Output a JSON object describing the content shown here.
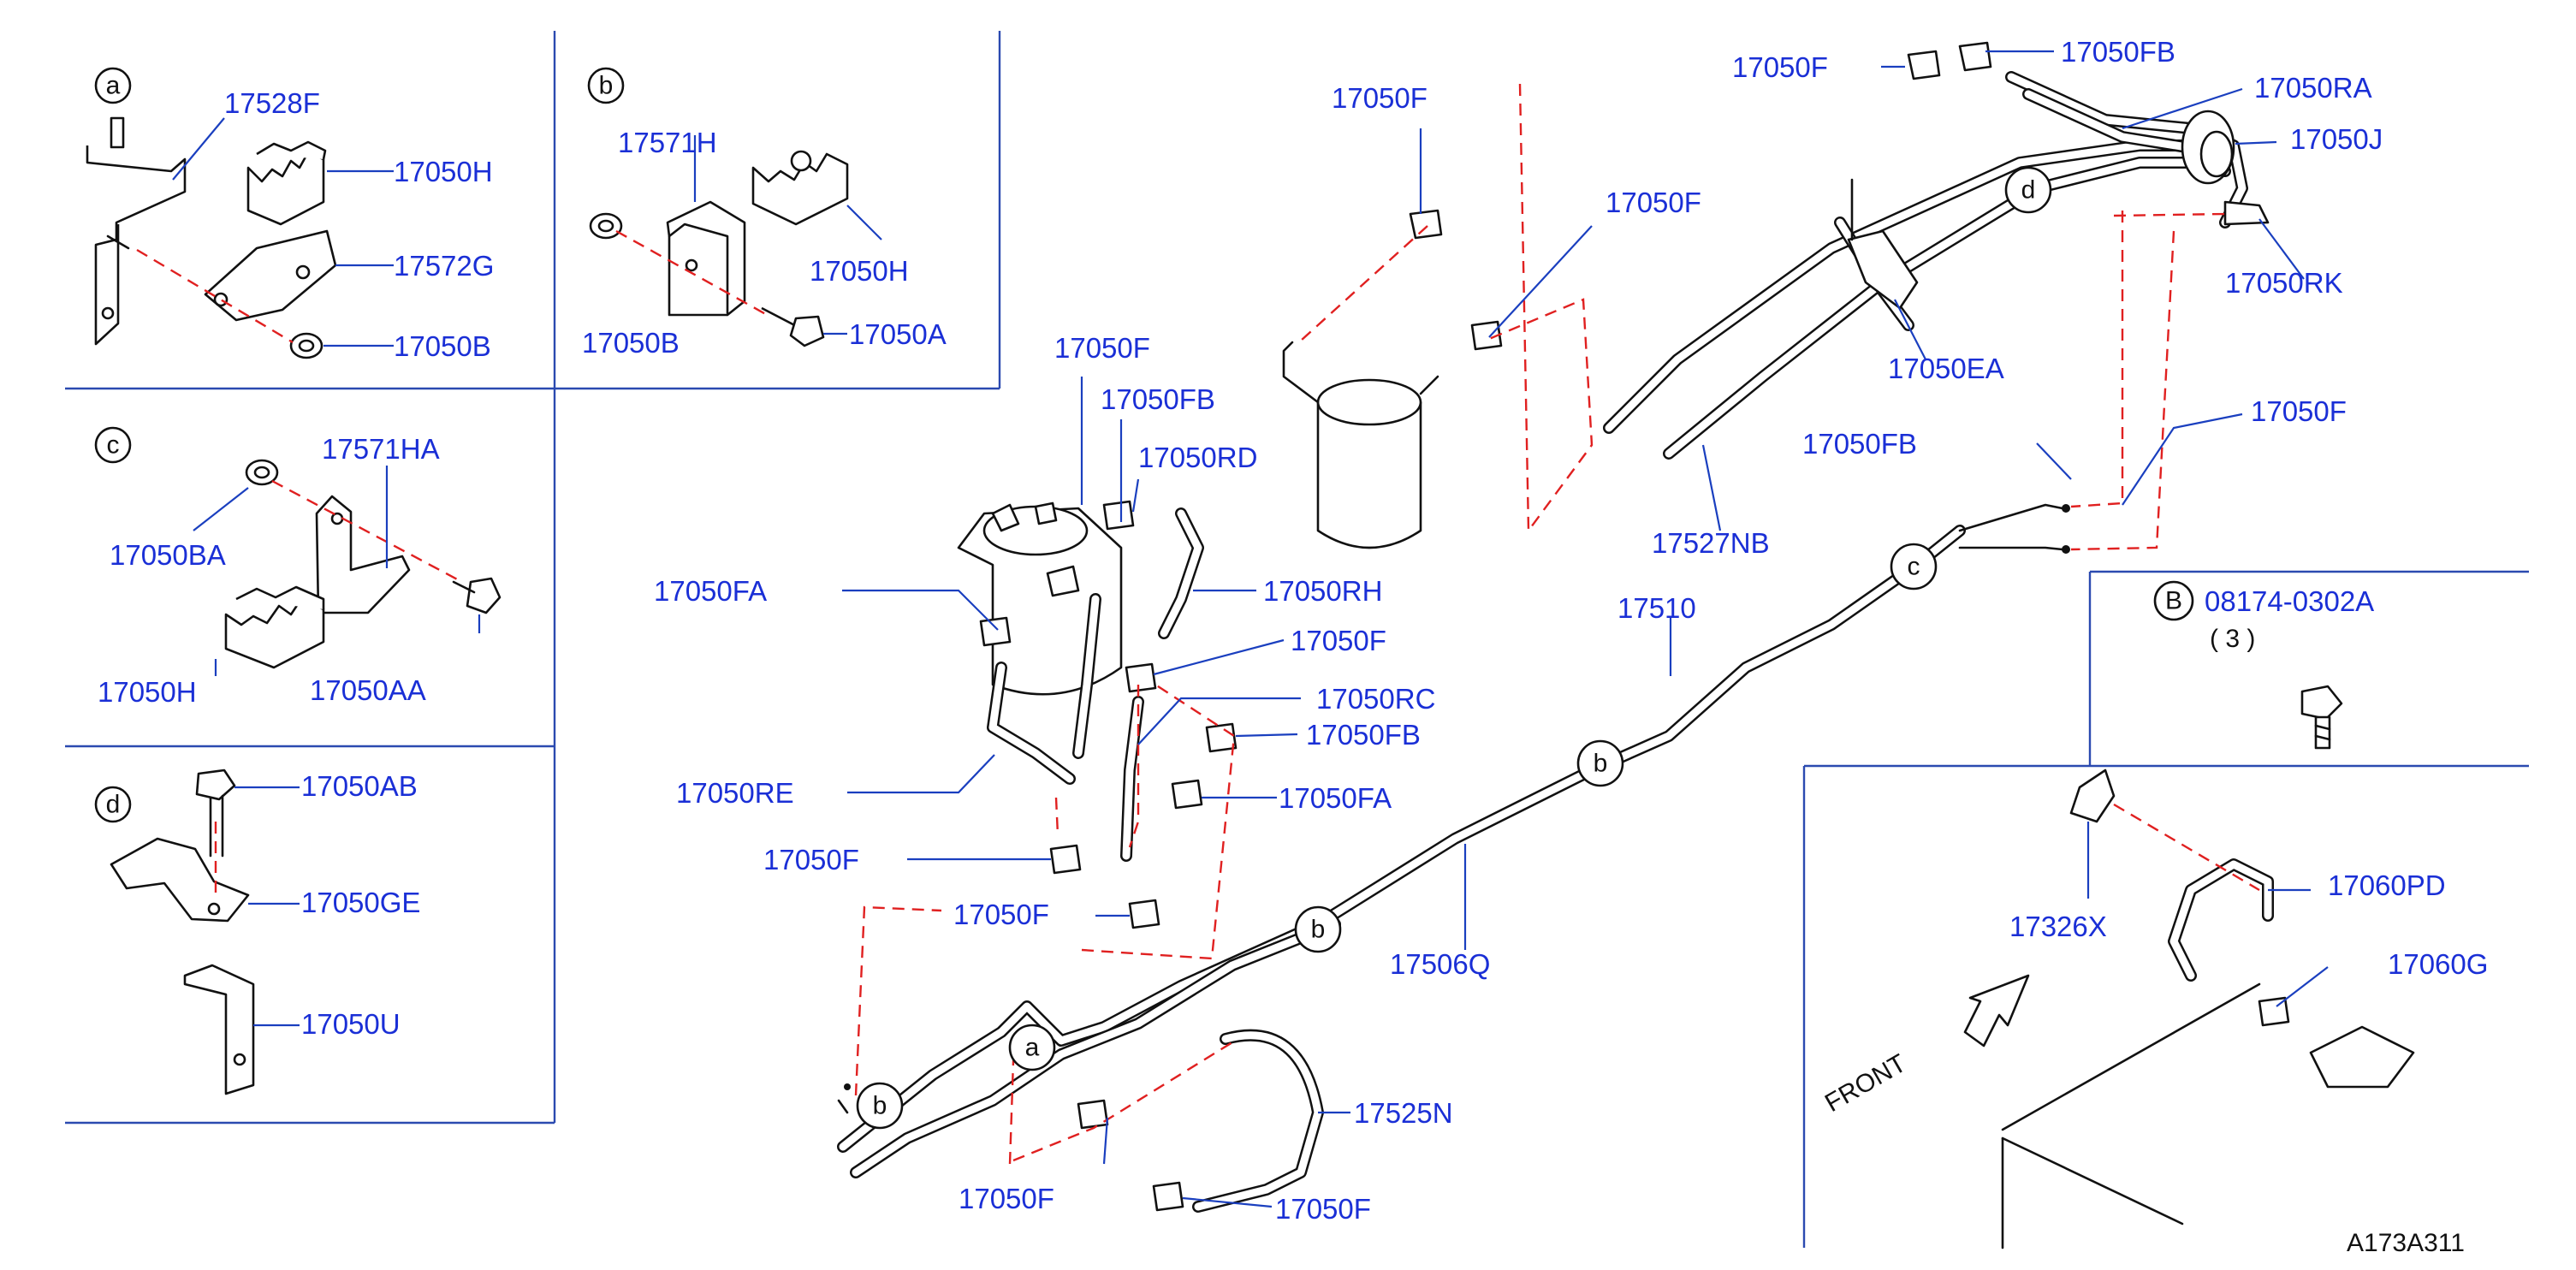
{
  "diagram_code": "A173A311",
  "front_label": "FRONT",
  "insets": {
    "a": {
      "tag": "a",
      "parts": [
        "17528F",
        "17050H",
        "17572G",
        "17050B"
      ]
    },
    "b": {
      "tag": "b",
      "parts": [
        "17571H",
        "17050H",
        "17050B",
        "17050A"
      ]
    },
    "c": {
      "tag": "c",
      "parts": [
        "17571HA",
        "17050BA",
        "17050H",
        "17050AA"
      ]
    },
    "d": {
      "tag": "d",
      "parts": [
        "17050AB",
        "17050GE",
        "17050U"
      ]
    },
    "B": {
      "tag": "B",
      "part": "08174-0302A",
      "qty": "( 3 )"
    }
  },
  "callouts": {
    "a": "a",
    "b": "b",
    "c": "c",
    "d": "d"
  },
  "main_labels": {
    "p17050F_top": "17050F",
    "p17050FB_top": "17050FB",
    "p17050RA": "17050RA",
    "p17050J": "17050J",
    "p17050F_top2": "17050F",
    "p17050F_mid": "17050F",
    "p17050RK": "17050RK",
    "p17050EA": "17050EA",
    "p17050F_right": "17050F",
    "p17050FB_right": "17050FB",
    "p17527NB": "17527NB",
    "p17510": "17510",
    "p17050F_can": "17050F",
    "p17050FB_can": "17050FB",
    "p17050RD": "17050RD",
    "p17050FA_left": "17050FA",
    "p17050RH": "17050RH",
    "p17050F_can2": "17050F",
    "p17050RC": "17050RC",
    "p17050FB_can2": "17050FB",
    "p17050RE": "17050RE",
    "p17050FA_can": "17050FA",
    "p17050F_low1": "17050F",
    "p17050F_low2": "17050F",
    "p17506Q": "17506Q",
    "p17525N": "17525N",
    "p17050F_bot1": "17050F",
    "p17050F_bot2": "17050F",
    "p17060PD": "17060PD",
    "p17326X": "17326X",
    "p17060G": "17060G"
  }
}
